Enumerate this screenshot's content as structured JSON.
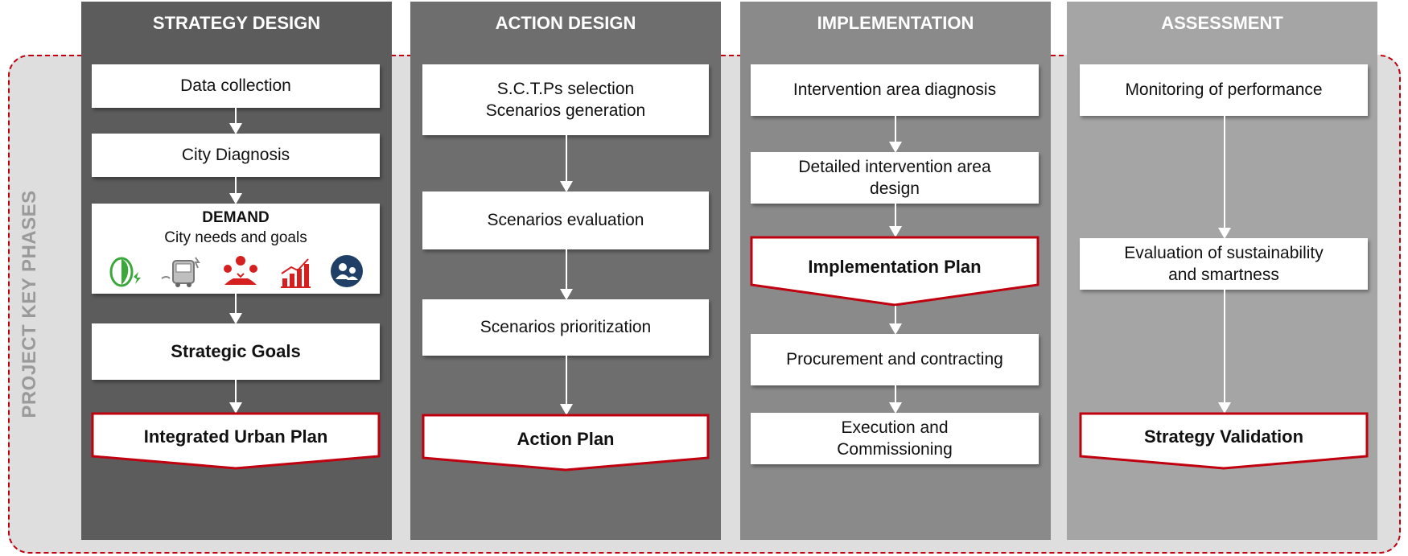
{
  "side_label": "PROJECT KEY PHASES",
  "colors": {
    "col1": "#5c5c5c",
    "col2": "#6e6e6e",
    "col3": "#8a8a8a",
    "col4": "#a5a5a5",
    "accent_red": "#c0000f",
    "frame_bg": "#dedede"
  },
  "columns": [
    {
      "title": "STRATEGY DESIGN",
      "boxes": [
        "Data collection",
        "City Diagnosis"
      ],
      "demand": {
        "title": "DEMAND",
        "subtitle": "City needs and goals",
        "icons": [
          "leaf-energy-icon",
          "bus-charging-icon",
          "people-meeting-icon",
          "growth-chart-icon",
          "globe-people-icon"
        ]
      },
      "goals": "Strategic Goals",
      "output": "Integrated Urban Plan"
    },
    {
      "title": "ACTION DESIGN",
      "box1_line1": "S.C.T.Ps selection",
      "box1_line2": "Scenarios generation",
      "boxes": [
        "Scenarios evaluation",
        "Scenarios prioritization"
      ],
      "output": "Action Plan"
    },
    {
      "title": "IMPLEMENTATION",
      "boxes": [
        "Intervention area diagnosis"
      ],
      "detailed_line1": "Detailed intervention area",
      "detailed_line2": "design",
      "plan": "Implementation Plan",
      "procurement": "Procurement and contracting",
      "exec_line1": "Execution and",
      "exec_line2": "Commissioning"
    },
    {
      "title": "ASSESSMENT",
      "boxes": [
        "Monitoring of performance"
      ],
      "eval_line1": "Evaluation of sustainability",
      "eval_line2": "and smartness",
      "output": "Strategy Validation"
    }
  ]
}
